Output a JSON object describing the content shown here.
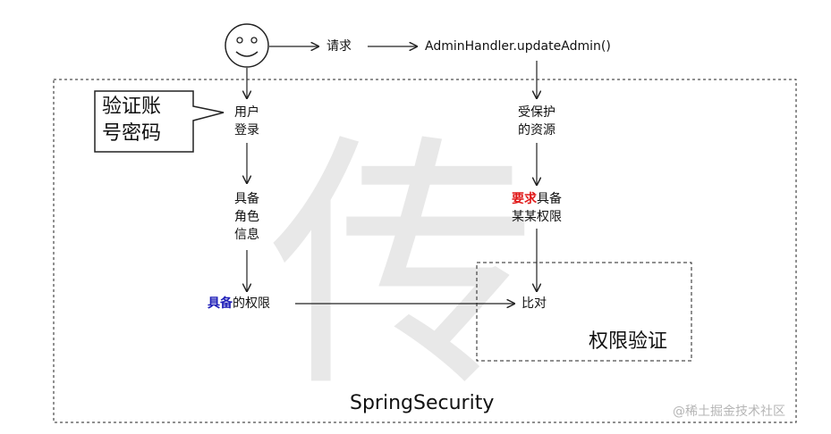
{
  "nodes": {
    "request": "请求",
    "handler": "AdminHandler.updateAdmin()",
    "user_login": [
      "用户",
      "登录"
    ],
    "has_roles": [
      "具备",
      "角色",
      "信息"
    ],
    "has_permission": {
      "highlight": "具备",
      "rest": "的权限"
    },
    "protected_resource": [
      "受保护",
      "的资源"
    ],
    "required_permission": {
      "highlight": "要求",
      "line1_rest": "具备",
      "line2": "某某权限"
    },
    "compare": "比对"
  },
  "callout": [
    "验证账",
    "号密码"
  ],
  "boxes": {
    "outer_label": "SpringSecurity",
    "inner_label": "权限验证"
  },
  "watermark": {
    "mark": "传",
    "source": "@稀土掘金技术社区"
  },
  "colors": {
    "highlight_blue": "#1f1fb8",
    "highlight_red": "#e01818",
    "line": "#222222",
    "watermark": "#e8e8e8"
  }
}
